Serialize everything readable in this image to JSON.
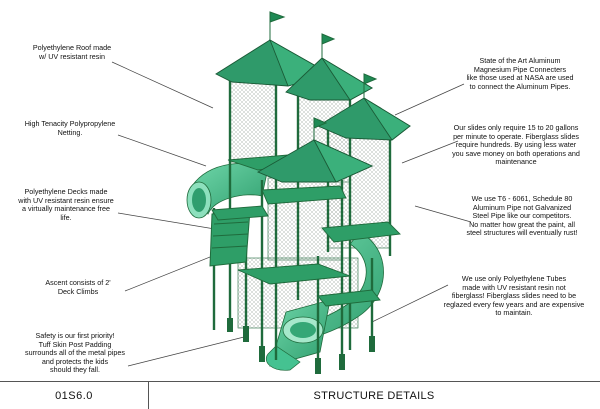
{
  "callouts": {
    "roof": "Polyethylene Roof made\nw/ UV resistant resin",
    "netting": "High Tenacity Polypropylene\nNetting.",
    "decks": "Polyethylene Decks made\nwith UV resistant resin ensure\na virtually maintenance free\nlife.",
    "ascent": "Ascent consists of 2'\nDeck Climbs",
    "safety": "Safety is our first priority!\nTuff Skin Post Padding\nsurrounds all of the metal pipes\nand protects the kids\nshould they fall.",
    "connecters": "State of the Art Aluminum\nMagnesium Pipe Connecters\nlike those used at NASA are used\nto connect the Aluminum Pipes.",
    "slides": "Our slides only require 15 to 20 gallons\nper minute to operate. Fiberglass slides\nrequire hundreds. By using less water\nyou save money on both operations and\nmaintenance",
    "pipe": "We use T6 - 6061, Schedule 80\nAluminum Pipe not Galvanized\nSteel Pipe like our competitors.\nNo matter how great the paint, all\nsteel structures will eventually rust!",
    "tubes": "We use only Polyethylene Tubes\nmade with UV resistant resin not\nfiberglass! Fiberglass slides need to be\nreglazed every few years and are expensive\nto maintain."
  },
  "footer": {
    "code": "01S6.0",
    "title": "STRUCTURE DETAILS"
  },
  "colors": {
    "roof": "#2f9a6a",
    "frame": "#1f6b3c",
    "deck": "#2e9e67",
    "slide": "#45c291",
    "leader": "#444444"
  }
}
